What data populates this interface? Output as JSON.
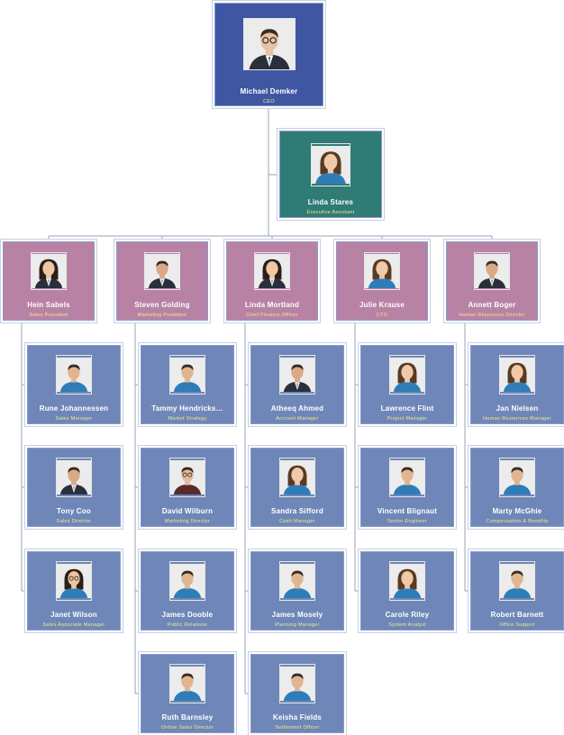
{
  "colors": {
    "ceo": "#3f56a3",
    "assistant": "#2f7b76",
    "department_head": "#b882a5",
    "staff": "#6e87b8",
    "title_text": "#f3e98a",
    "name_text": "#ffffff",
    "connector": "#9aa3b5"
  },
  "ceo": {
    "name": "Michael Demker",
    "title": "CEO",
    "photo": "man-suit-glasses-icon"
  },
  "assistant": {
    "name": "Linda Stares",
    "title": "Executive Assistant",
    "photo": "woman-smiling-icon"
  },
  "departments": [
    {
      "head": {
        "name": "Hein Sabels",
        "title": "Sales President",
        "photo": "woman-suit-icon"
      },
      "members": [
        {
          "name": "Rune Johannessen",
          "title": "Sales Manager",
          "photo": "man-casual-icon"
        },
        {
          "name": "Tony Coo",
          "title": "Sales Director",
          "photo": "man-suit-icon"
        },
        {
          "name": "Janet Wilson",
          "title": "Sales Associate Manager",
          "photo": "woman-glasses-icon"
        }
      ]
    },
    {
      "head": {
        "name": "Steven Golding",
        "title": "Marketing President",
        "photo": "man-suit-icon"
      },
      "members": [
        {
          "name": "Tammy Hendricks…",
          "title": "Market Strategy",
          "photo": "man-casual-icon"
        },
        {
          "name": "David Wilburn",
          "title": "Marketing Director",
          "photo": "man-glasses-icon"
        },
        {
          "name": "James Dooble",
          "title": "Public Relations",
          "photo": "man-casual-icon"
        },
        {
          "name": "Ruth Barnsley",
          "title": "Online Sales Director",
          "photo": "man-casual-icon"
        }
      ]
    },
    {
      "head": {
        "name": "Linda Mortland",
        "title": "Chief Finance Officer",
        "photo": "woman-suit-icon"
      },
      "members": [
        {
          "name": "Atheeq Ahmed",
          "title": "Account Manager",
          "photo": "man-suit-icon"
        },
        {
          "name": "Sandra Sifford",
          "title": "Cash Manager",
          "photo": "woman-smiling-icon"
        },
        {
          "name": "James Mosely",
          "title": "Planning Manager",
          "photo": "man-casual-icon"
        },
        {
          "name": "Keisha Fields",
          "title": "Settlement Officer",
          "photo": "man-casual-icon"
        }
      ]
    },
    {
      "head": {
        "name": "Julie Krause",
        "title": "CTO",
        "photo": "woman-smiling-icon"
      },
      "members": [
        {
          "name": "Lawrence Flint",
          "title": "Project Manager",
          "photo": "woman-smiling-icon"
        },
        {
          "name": "Vincent Blignaut",
          "title": "Senior Engineer",
          "photo": "man-casual-icon"
        },
        {
          "name": "Carole Riley",
          "title": "System Analyst",
          "photo": "woman-smiling-icon"
        }
      ]
    },
    {
      "head": {
        "name": "Annett Boger",
        "title": "Human Resources Director",
        "photo": "man-suit-icon"
      },
      "members": [
        {
          "name": "Jan Nielsen",
          "title": "Human Resources Manager",
          "photo": "woman-smiling-icon"
        },
        {
          "name": "Marty McGhie",
          "title": "Compensation & Benefits",
          "photo": "man-casual-icon"
        },
        {
          "name": "Robert Barnett",
          "title": "Office Support",
          "photo": "man-casual-icon"
        }
      ]
    }
  ]
}
